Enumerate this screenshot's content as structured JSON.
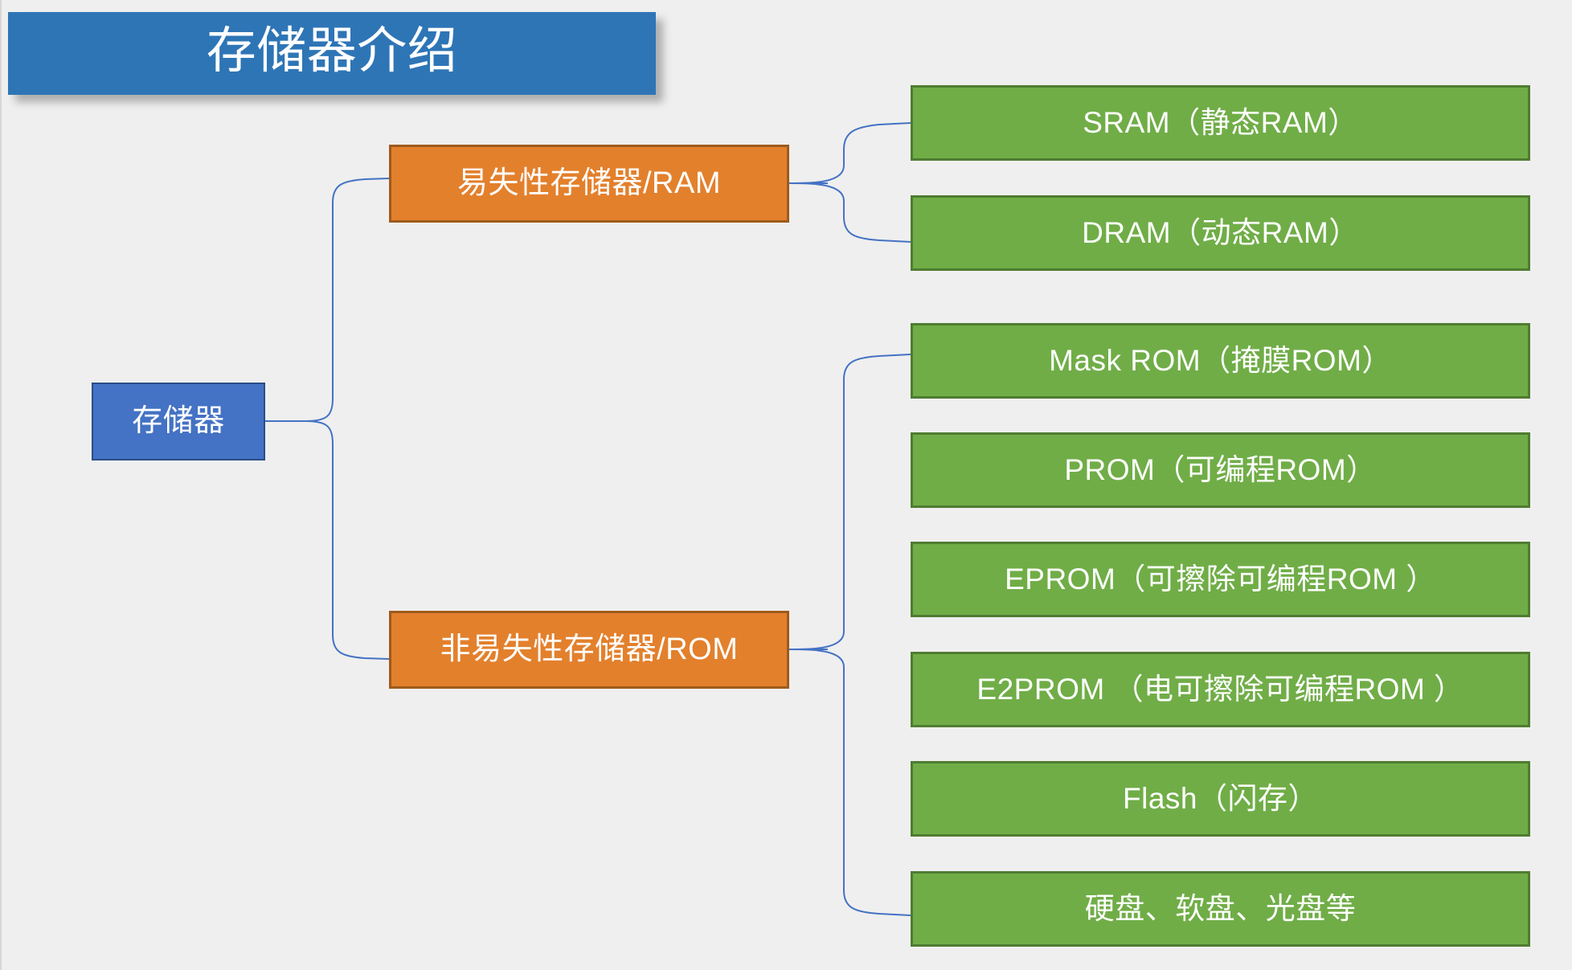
{
  "title": {
    "text": "存储器介绍",
    "bg_color": "#2E75B6",
    "text_color": "#FFFFFF"
  },
  "theme": {
    "canvas_bg": "#EFEFEF",
    "root_color": "#4472C4",
    "branch_color": "#E3802C",
    "leaf_color": "#70AD47",
    "connector_color": "#4472C4"
  },
  "diagram": {
    "type": "tree",
    "root": {
      "label": "存储器",
      "level": 1
    },
    "branches": [
      {
        "label": "易失性存储器/RAM",
        "level": 2,
        "children": [
          {
            "label": "SRAM（静态RAM）",
            "level": 3
          },
          {
            "label": "DRAM（动态RAM）",
            "level": 3
          }
        ]
      },
      {
        "label": "非易失性存储器/ROM",
        "level": 2,
        "children": [
          {
            "label": "Mask ROM（掩膜ROM）",
            "level": 3
          },
          {
            "label": "PROM（可编程ROM）",
            "level": 3
          },
          {
            "label": "EPROM（可擦除可编程ROM ）",
            "level": 3
          },
          {
            "label": "E2PROM （电可擦除可编程ROM ）",
            "level": 3
          },
          {
            "label": "Flash（闪存）",
            "level": 3
          },
          {
            "label": "硬盘、软盘、光盘等",
            "level": 3
          }
        ]
      }
    ]
  }
}
